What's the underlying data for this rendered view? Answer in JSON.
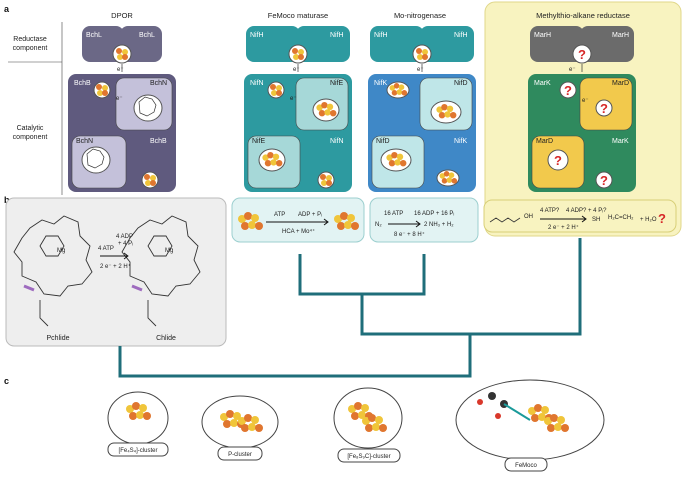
{
  "panel_labels": {
    "a": "a",
    "b": "b",
    "c": "c"
  },
  "row_labels": {
    "reductase_line1": "Reductase",
    "reductase_line2": "component",
    "catalytic_line1": "Catalytic",
    "catalytic_line2": "component"
  },
  "enzymes": {
    "dpor": {
      "title": "DPOR",
      "reductase": [
        "BchL",
        "BchL"
      ],
      "catalytic": [
        "BchB",
        "BchN",
        "BchN",
        "BchB"
      ],
      "electron": "e⁻"
    },
    "fe_moco": {
      "title": "FeMoco maturase",
      "reductase": [
        "NifH",
        "NifH"
      ],
      "catalytic": [
        "NifN",
        "NifE",
        "NifE",
        "NifN"
      ],
      "electron": "e⁻"
    },
    "mo_nitrogenase": {
      "title": "Mo-nitrogenase",
      "reductase": [
        "NifH",
        "NifH"
      ],
      "catalytic": [
        "NifK",
        "NifD",
        "NifD",
        "NifK"
      ],
      "electron": "e⁻"
    },
    "methylthio": {
      "title": "Methylthio-alkane reductase",
      "reductase": [
        "MarH",
        "MarH"
      ],
      "catalytic": [
        "MarK",
        "MarD",
        "MarD",
        "MarK"
      ],
      "electron": "e⁻",
      "unknown": "?"
    }
  },
  "reactions": {
    "dpor": {
      "substrate": "Pchlide",
      "product": "Chlide",
      "atp_in": "4 ATP",
      "adp_out_1": "4 ADP",
      "adp_out_2": "+ 4 Pᵢ",
      "electrons": "2 e⁻ + 2 H⁺",
      "metal": "Mg"
    },
    "fe_moco": {
      "atp_in": "ATP",
      "adp_out": "ADP + Pᵢ",
      "cofactors": "HCA + Mo⁴⁺"
    },
    "mo_nitrogenase": {
      "atp_in": "16 ATP",
      "adp_out": "16 ADP + 16 Pᵢ",
      "substrate": "N₂",
      "products": "2 NH₃ + H₂",
      "electrons": "8 e⁻ + 8 H⁺"
    },
    "methylthio": {
      "atp_in": "4 ATP?",
      "adp_out": "4 ADP? + 4 Pᵢ?",
      "electrons": "2 e⁻ + 2 H⁺",
      "substrate_group": "OH",
      "product_thiol": "SH",
      "product_alkene": "H₂C=CH₂",
      "product_water": "+ H₂O",
      "unknown": "?"
    }
  },
  "clusters": [
    {
      "label": "[Fe₄S₄]-cluster"
    },
    {
      "label": "P-cluster"
    },
    {
      "label": "[Fe₈S₉C]-cluster"
    },
    {
      "label": "FeMoco"
    }
  ],
  "colors": {
    "dpor_dark": "#5f5a7e",
    "dpor_light": "#c4c1da",
    "fe_moco_dark": "#2d9aa0",
    "fe_moco_light": "#a6d8d8",
    "nitrogenase_dark": "#3f88c7",
    "nitrogenase_light": "#bfe6e8",
    "mar_dark": "#2f8a5e",
    "mar_gold": "#f2c94c",
    "mar_background": "#f8f3c0",
    "tree": "#1f6e7a",
    "iron": "#e0762f",
    "sulfur": "#f0c53a",
    "question": "#d62728"
  }
}
